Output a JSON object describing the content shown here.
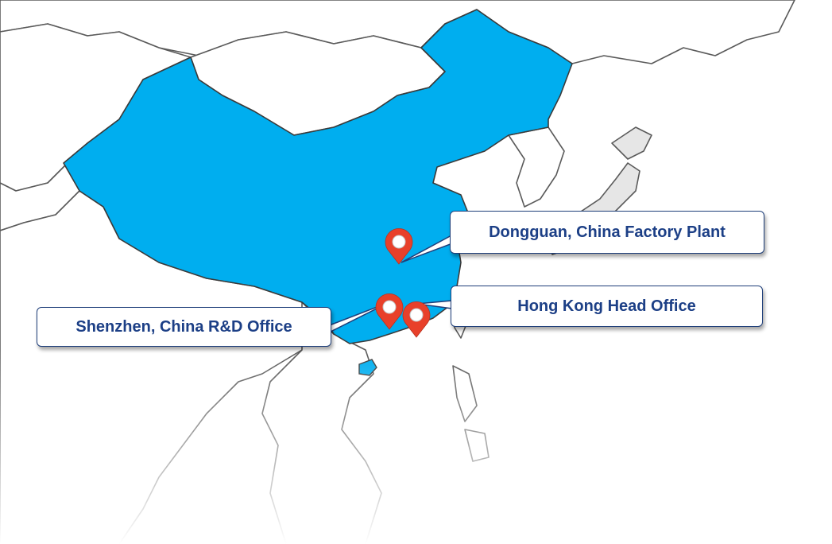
{
  "map": {
    "highlighted_region": "China",
    "colors": {
      "highlight": "#00aeef",
      "land": "#ffffff",
      "land_gray": "#e6e6e6",
      "border": "#5a5a5a",
      "pin": "#e8402a",
      "callout_text": "#1c3f86",
      "callout_border": "#1f3f7a"
    }
  },
  "locations": [
    {
      "id": "dongguan",
      "label": "Dongguan, China Factory Plant",
      "icon": "map-pin-icon"
    },
    {
      "id": "hongkong",
      "label": "Hong Kong Head Office",
      "icon": "map-pin-icon"
    },
    {
      "id": "shenzhen",
      "label": "Shenzhen, China R&D Office",
      "icon": "map-pin-icon"
    }
  ]
}
